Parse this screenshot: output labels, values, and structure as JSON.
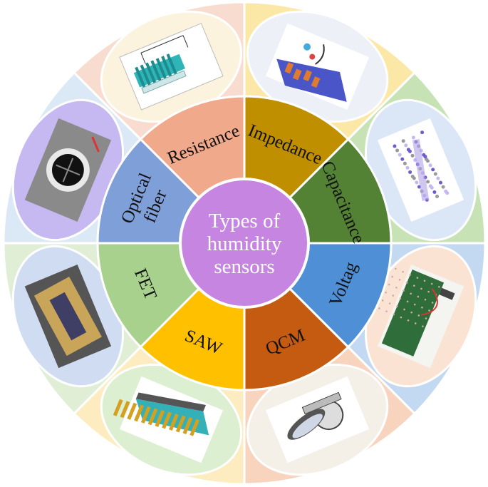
{
  "center": {
    "lines": [
      "Types of",
      "humidity",
      "sensors"
    ],
    "color": "#c585e0"
  },
  "segments": [
    {
      "key": "resistance",
      "label": [
        "Resistance"
      ],
      "inner": "#f0a98a",
      "outer": "#f8dccf",
      "oval": "#fbf3dd",
      "photo": "resistance-sensor-schematic"
    },
    {
      "key": "impedance",
      "label": [
        "Impedance"
      ],
      "inner": "#bf8f00",
      "outer": "#fce8a6",
      "oval": "#eef0f8",
      "photo": "impedance-electrode-diagram"
    },
    {
      "key": "capacitance",
      "label": [
        "Capacitance"
      ],
      "inner": "#548235",
      "outer": "#c7e3b5",
      "oval": "#dbe7f7",
      "photo": "capacitance-molecular-structure"
    },
    {
      "key": "voltag",
      "label": [
        "Voltag"
      ],
      "inner": "#4f8fd6",
      "outer": "#c3d9f1",
      "oval": "#fbe3d4",
      "photo": "voltage-breadboard-circuit"
    },
    {
      "key": "qcm",
      "label": [
        "QCM"
      ],
      "inner": "#c55a11",
      "outer": "#f8d4bf",
      "oval": "#f4f0e8",
      "photo": "quartz-crystal-microbalance"
    },
    {
      "key": "saw",
      "label": [
        "SAW"
      ],
      "inner": "#ffc000",
      "outer": "#fdecbf",
      "oval": "#dcefd1",
      "photo": "surface-acoustic-wave-device"
    },
    {
      "key": "fet",
      "label": [
        "FET"
      ],
      "inner": "#a9d18e",
      "outer": "#dfeed5",
      "oval": "#cfdcf2",
      "photo": "fet-chip-package"
    },
    {
      "key": "optical",
      "label": [
        "Optical",
        "fiber"
      ],
      "inner": "#7f9fd8",
      "outer": "#dbe8f5",
      "oval": "#c6b8f0",
      "photo": "optical-fiber-cross-section"
    }
  ]
}
